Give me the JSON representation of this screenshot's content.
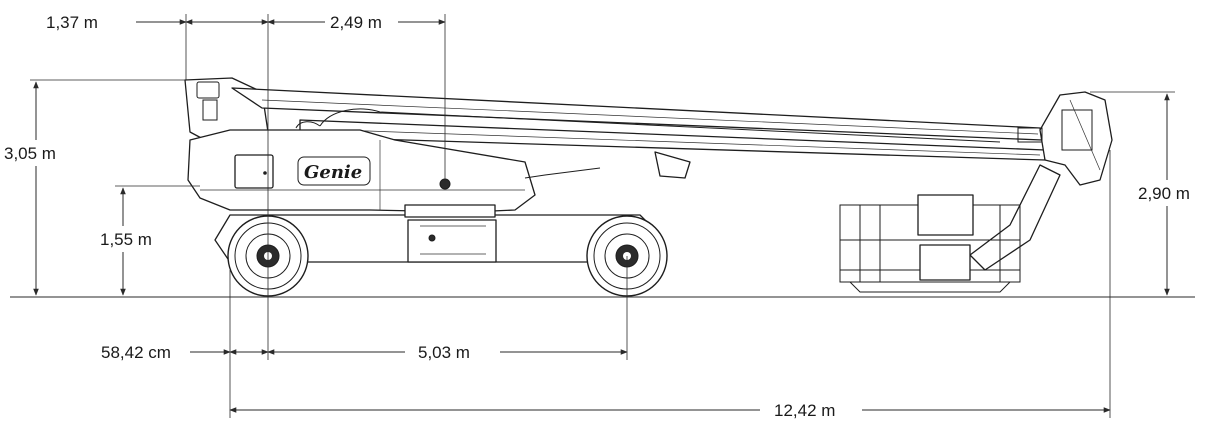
{
  "dimensions": {
    "top_left_offset": "1,37 m",
    "boom_pivot_offset": "2,49 m",
    "stowed_height": "3,05 m",
    "chassis_height": "1,55 m",
    "platform_height": "2,90 m",
    "front_overhang": "58,42 cm",
    "wheelbase": "5,03 m",
    "overall_length": "12,42 m"
  },
  "machine": {
    "logo": "Genie"
  }
}
